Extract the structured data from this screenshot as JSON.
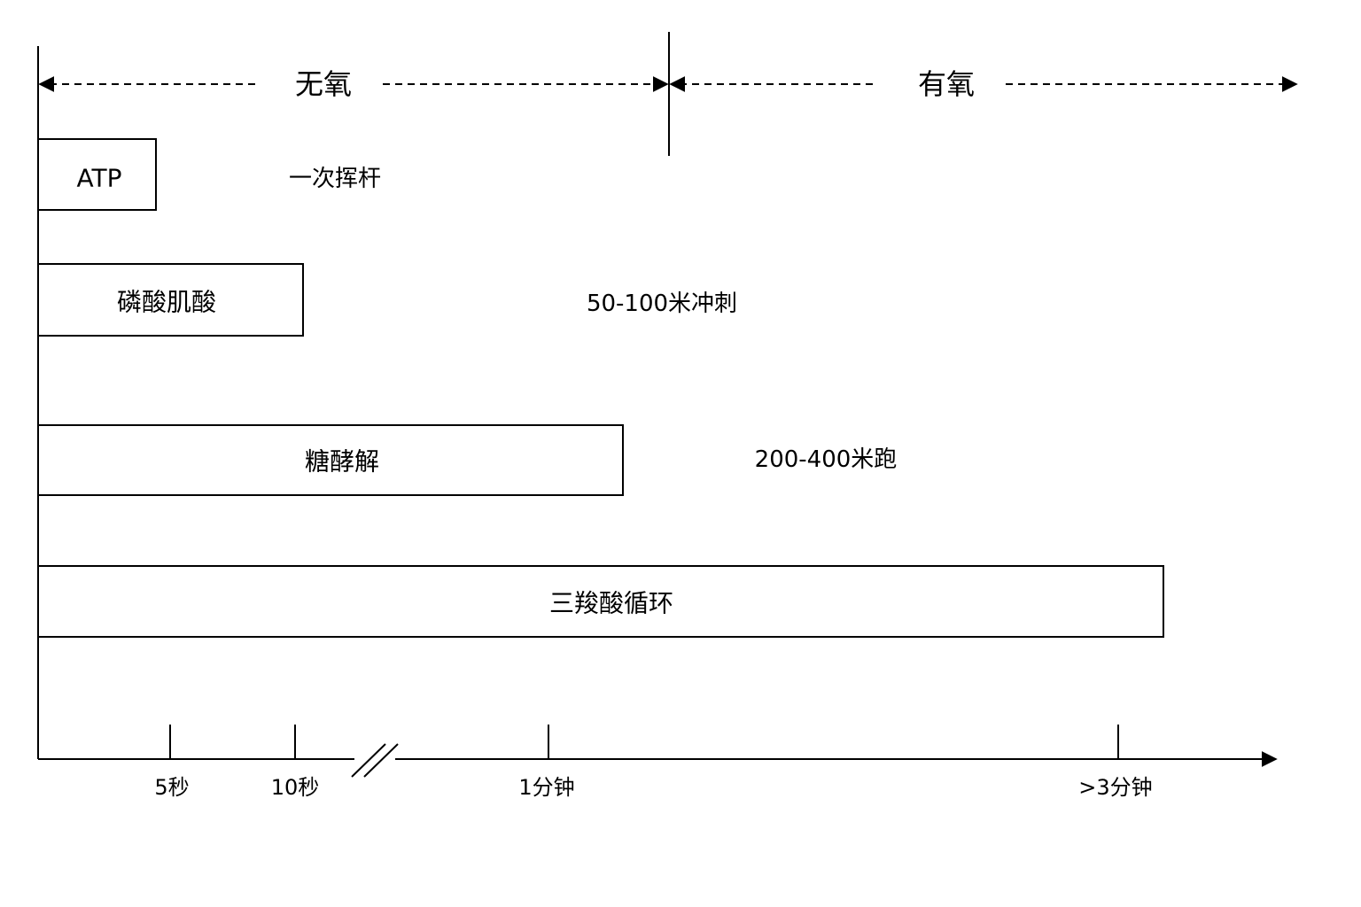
{
  "zones": {
    "anaerobic": "无氧",
    "aerobic": "有氧"
  },
  "systems": [
    {
      "id": "atp",
      "label": "ATP"
    },
    {
      "id": "phosphocreatine",
      "label": "磷酸肌酸"
    },
    {
      "id": "glycolysis",
      "label": "糖酵解"
    },
    {
      "id": "tca",
      "label": "三羧酸循环"
    }
  ],
  "examples": [
    {
      "id": "swing",
      "label": "一次挥杆"
    },
    {
      "id": "sprint",
      "label": "50-100米冲刺"
    },
    {
      "id": "run",
      "label": "200-400米跑"
    }
  ],
  "axis": {
    "ticks": [
      "5秒",
      "10秒",
      "1分钟",
      ">3分钟"
    ]
  }
}
